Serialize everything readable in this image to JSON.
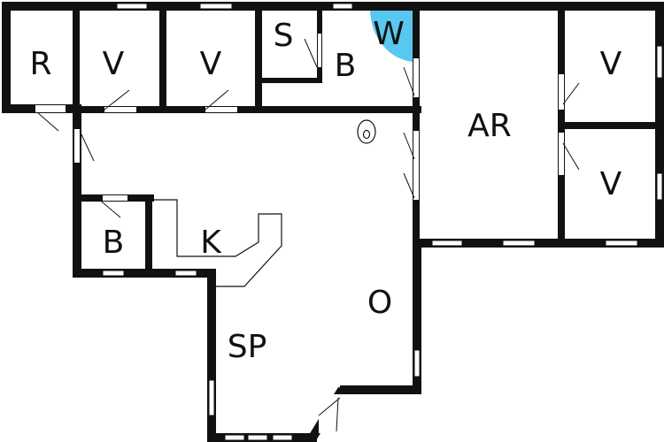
{
  "floorplan": {
    "rooms": {
      "r": "R",
      "v1": "V",
      "v2": "V",
      "s": "S",
      "b_top": "B",
      "w": "W",
      "ar": "AR",
      "v3": "V",
      "v4": "V",
      "b_left": "B",
      "k": "K",
      "o": "O",
      "sp": "SP"
    },
    "colors": {
      "wall": "#111111",
      "background": "#ffffff",
      "wc_highlight": "#58c8f0"
    }
  }
}
